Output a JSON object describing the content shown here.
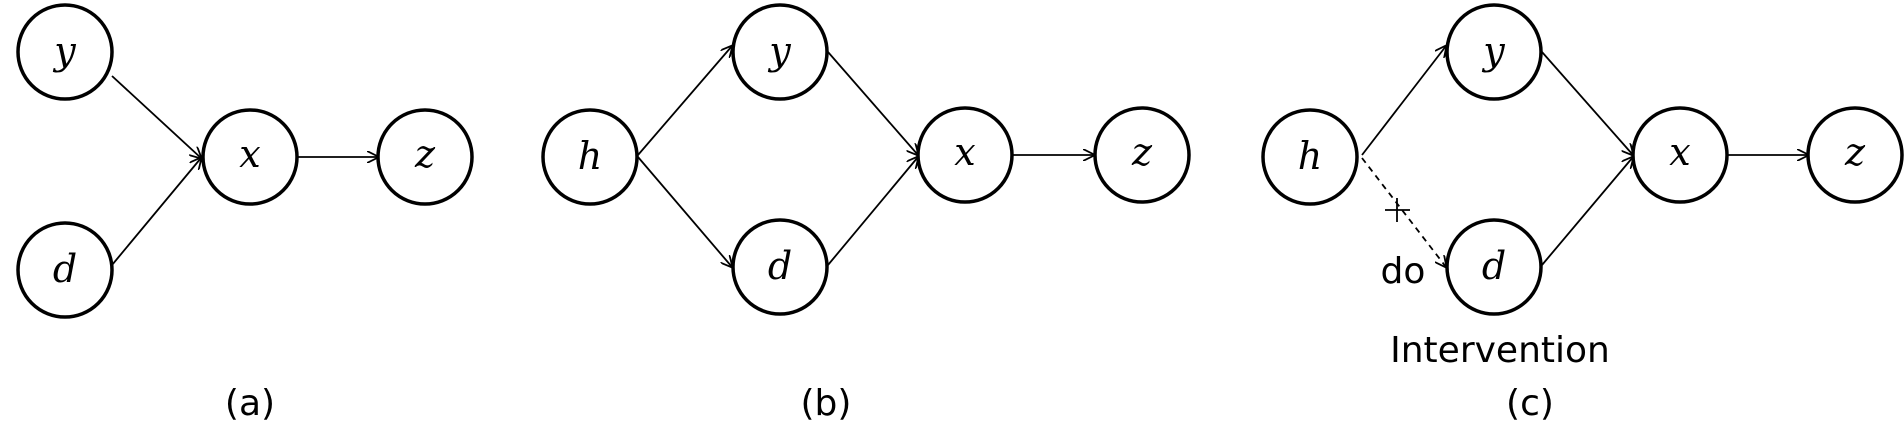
{
  "panels": [
    {
      "caption": "(a)",
      "nodes": {
        "y": "y",
        "d": "d",
        "x": "x",
        "z": "z"
      }
    },
    {
      "caption": "(b)",
      "nodes": {
        "h": "h",
        "y": "y",
        "d": "d",
        "x": "x",
        "z": "z"
      }
    },
    {
      "caption": "(c)",
      "nodes": {
        "h": "h",
        "y": "y",
        "d": "d",
        "x": "x",
        "z": "z"
      },
      "do_label": "do",
      "intervention_label": "Intervention"
    }
  ]
}
